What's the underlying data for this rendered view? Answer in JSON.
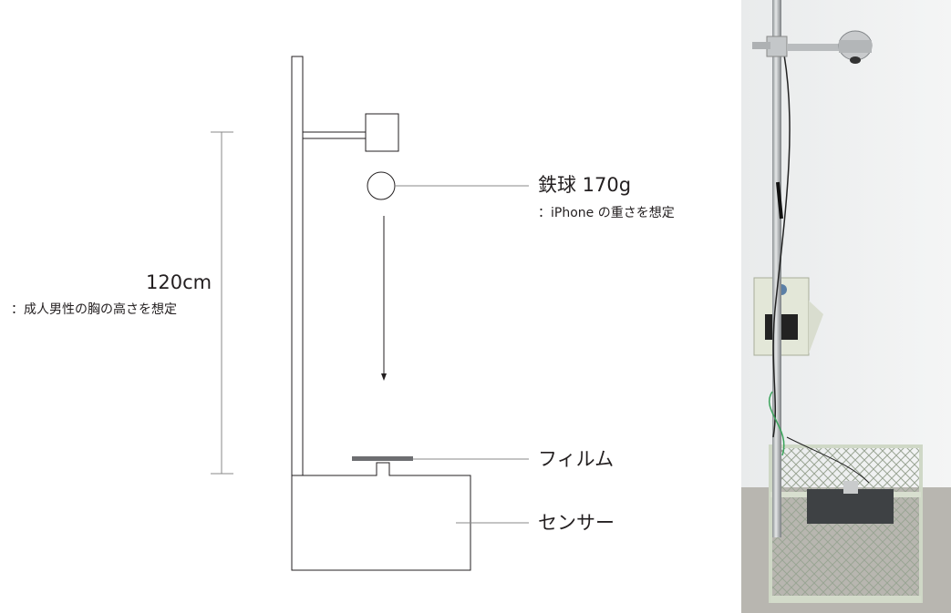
{
  "labels": {
    "height_value": "120cm",
    "height_note": "：成人男性の胸の高さを想定",
    "ball_label": "鉄球 170g",
    "ball_note": "：iPhone の重さを想定",
    "film_label": "フィルム",
    "sensor_label": "センサー"
  },
  "colors": {
    "line": "#231f20",
    "light_line": "#888888",
    "film": "#6d6e71"
  },
  "photo": {
    "subject": "drop-test-apparatus-photo"
  }
}
